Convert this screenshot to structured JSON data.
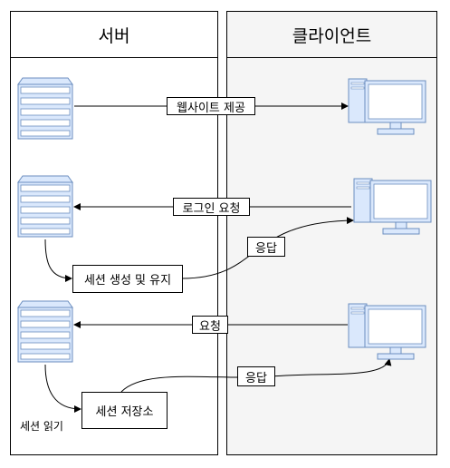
{
  "lanes": {
    "server": {
      "title": "서버"
    },
    "client": {
      "title": "클라이언트"
    }
  },
  "edges": {
    "website": {
      "label": "웹사이트 제공"
    },
    "login": {
      "label": "로그인 요청"
    },
    "response1": {
      "label": "응답"
    },
    "request": {
      "label": "요청"
    },
    "response2": {
      "label": "응답"
    }
  },
  "nodes": {
    "session_create": {
      "label": "세션 생성 및 유지"
    },
    "session_store": {
      "label": "세션 저장소"
    },
    "session_read": {
      "label": "세션 읽기"
    }
  },
  "colors": {
    "server_fill": "#dae8fc",
    "server_stroke": "#6c8ebf",
    "server_bar": "#ffffff",
    "client_fill": "#dae8fc",
    "client_stroke": "#6c8ebf",
    "lane_client_bg": "#f5f5f5"
  }
}
